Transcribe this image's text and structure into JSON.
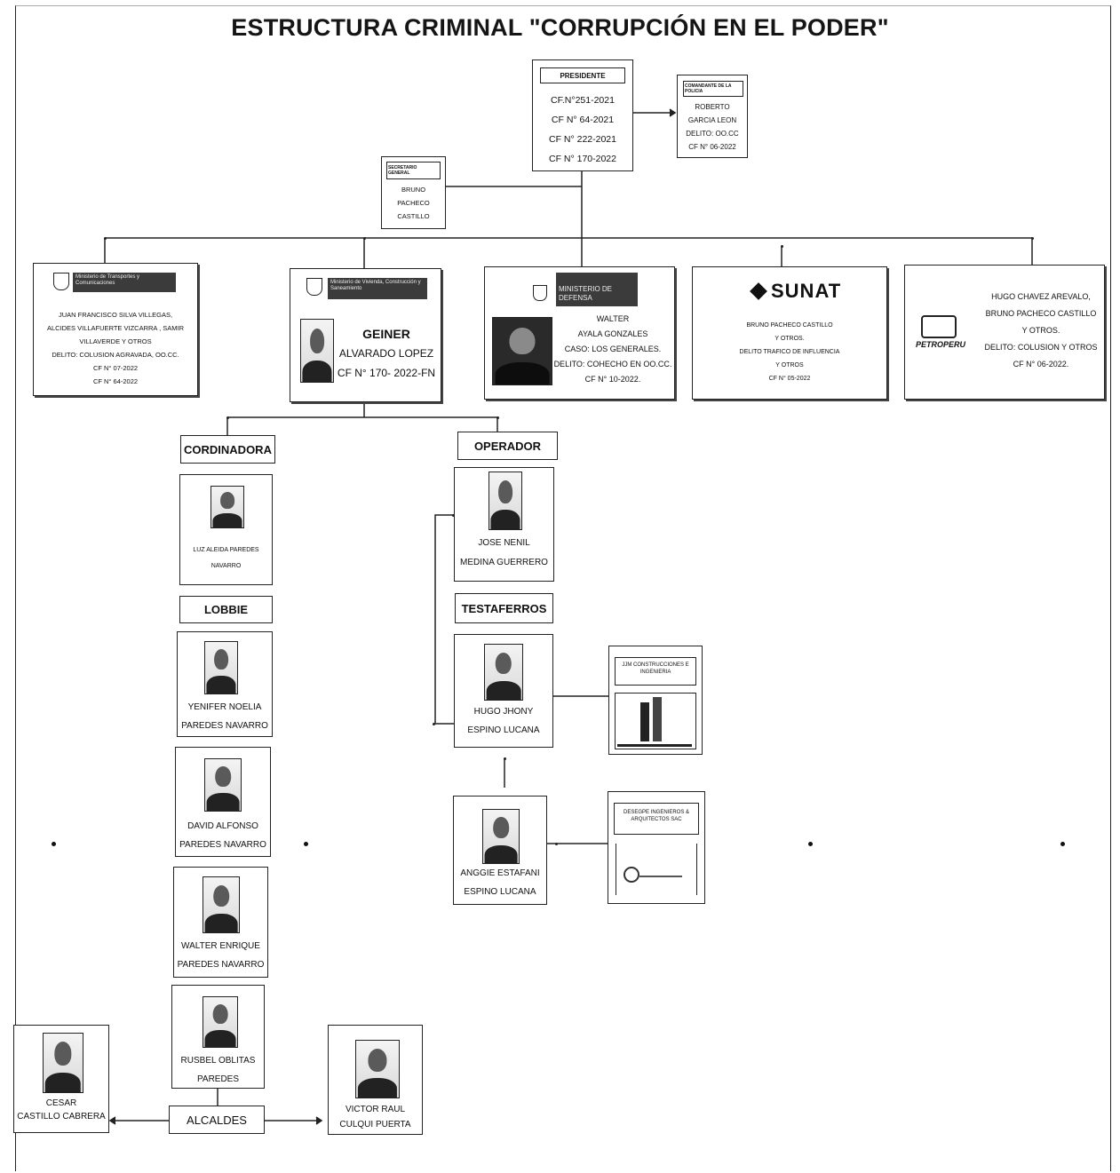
{
  "title": "ESTRUCTURA CRIMINAL \"CORRUPCIÓN EN EL PODER\"",
  "presidente": {
    "role": "PRESIDENTE",
    "cases": [
      "CF.N°251-2021",
      "CF N° 64-2021",
      "CF N° 222-2021",
      "CF N° 170-2022"
    ]
  },
  "comandante": {
    "role": "COMANDANTE DE LA POLICIA",
    "lines": [
      "ROBERTO",
      "GARCIA LEON",
      "DELITO: OO.CC",
      "CF N° 06-2022"
    ]
  },
  "secretario": {
    "role": "SECRETARIO GENERAL",
    "lines": [
      "BRUNO",
      "PACHECO",
      "CASTILLO"
    ]
  },
  "ministerios": [
    {
      "logo": "Ministerio de Transportes y Comunicaciones",
      "lines": [
        "JUAN FRANCISCO SILVA VILLEGAS,",
        "ALCIDES VILLAFUERTE VIZCARRA , SAMIR",
        "VILLAVERDE Y OTROS",
        "DELITO: COLUSION AGRAVADA, OO.CC.",
        "CF N° 07-2022",
        "CF N° 64-2022"
      ]
    },
    {
      "logo": "Ministerio de Vivienda, Construcción y Saneamiento",
      "lines": [
        "GEINER",
        "ALVARADO LOPEZ",
        "CF N° 170- 2022-FN"
      ]
    },
    {
      "logo": "MINISTERIO DE DEFENSA",
      "lines": [
        "WALTER",
        "AYALA GONZALES",
        "CASO: LOS GENERALES.",
        "DELITO: COHECHO EN OO.CC.",
        "CF N° 10-2022."
      ]
    },
    {
      "logo": "SUNAT",
      "lines": [
        "BRUNO PACHECO CASTILLO",
        "Y OTROS.",
        "DELITO TRAFICO DE INFLUENCIA",
        "Y OTROS",
        "CF N° 05-2022"
      ]
    },
    {
      "logo": "PETROPERU",
      "lines": [
        "HUGO CHAVEZ AREVALO,",
        "BRUNO PACHECO CASTILLO",
        "Y OTROS.",
        "DELITO: COLUSION Y OTROS",
        "CF N° 06-2022."
      ]
    }
  ],
  "labels": {
    "cordinadora": "CORDINADORA",
    "operador": "OPERADOR",
    "lobbie": "LOBBIE",
    "testaferros": "TESTAFERROS",
    "alcaldes": "ALCALDES"
  },
  "people": {
    "cordinadora": [
      "LUZ ALEIDA PAREDES",
      "NAVARRO"
    ],
    "operador": [
      "JOSE NENIL",
      "MEDINA GUERRERO"
    ],
    "yenifer": [
      "YENIFER NOELIA",
      "PAREDES NAVARRO"
    ],
    "david": [
      "DAVID ALFONSO",
      "PAREDES NAVARRO"
    ],
    "walter": [
      "WALTER ENRIQUE",
      "PAREDES NAVARRO"
    ],
    "rusbel": [
      "RUSBEL OBLITAS",
      "PAREDES"
    ],
    "hugo": [
      "HUGO JHONY",
      "ESPINO LUCANA"
    ],
    "anggie": [
      "ANGGIE ESTAFANI",
      "ESPINO LUCANA"
    ],
    "cesar": [
      "CESAR",
      "CASTILLO CABRERA"
    ],
    "victor": [
      "VICTOR RAUL",
      "CULQUI PUERTA"
    ]
  },
  "companies": {
    "hugo": "JJM CONSTRUCCIONES E INGENIERIA",
    "anggie": "DESEGPE INGENIEROS & ARQUITECTOS SAC"
  }
}
